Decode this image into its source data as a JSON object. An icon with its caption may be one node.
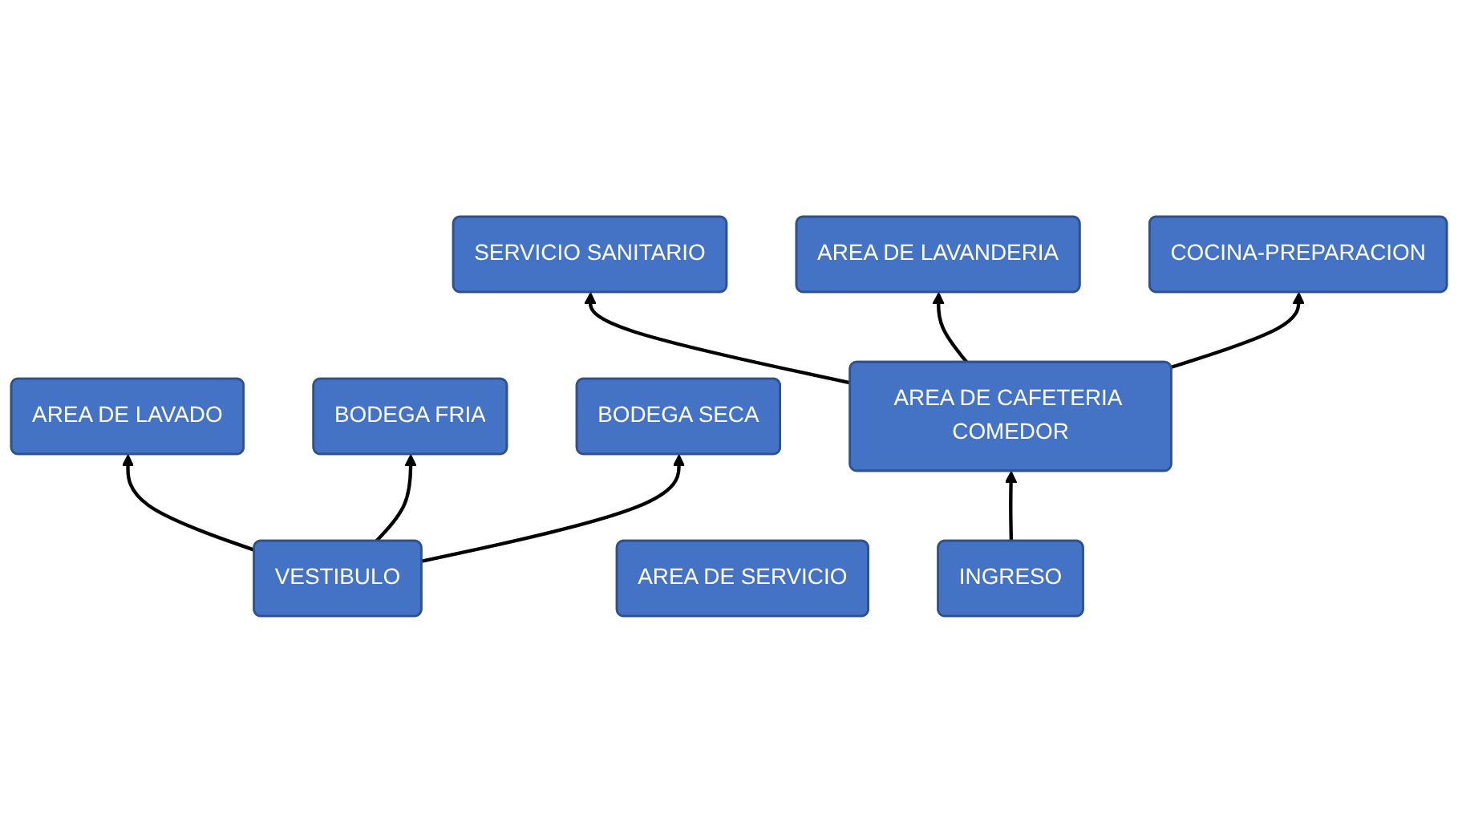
{
  "diagram": {
    "nodes": [
      {
        "text": [
          "AREA DE LAVANDERIA"
        ]
      },
      {
        "text": [
          "AREA DE LAVADO"
        ]
      },
      {
        "text": [
          "BODEGA FRIA"
        ]
      },
      {
        "text": [
          "BODEGA SECA"
        ]
      },
      {
        "text": [
          "SERVICIO SANITARIO"
        ]
      },
      {
        "text": [
          "VESTIBULO"
        ]
      },
      {
        "text": [
          "AREA DE CAFETERIA COMEDOR"
        ]
      },
      {
        "text": [
          "COCINA-PREPARACION"
        ]
      },
      {
        "text": [
          "AREA DE SERVICIO"
        ]
      },
      {
        "text": [
          "INGRESO"
        ]
      }
    ],
    "edges": [
      {
        "from": 9,
        "to": 6,
        "arrow": "to"
      },
      {
        "from": 6,
        "to": 4,
        "arrow": "to"
      },
      {
        "from": 6,
        "to": 0,
        "arrow": "to"
      },
      {
        "from": 6,
        "to": 7,
        "arrow": "to"
      },
      {
        "from": 5,
        "to": 1,
        "arrow": "to"
      },
      {
        "from": 5,
        "to": 2,
        "arrow": "to"
      },
      {
        "from": 5,
        "to": 3,
        "arrow": "to"
      }
    ]
  }
}
